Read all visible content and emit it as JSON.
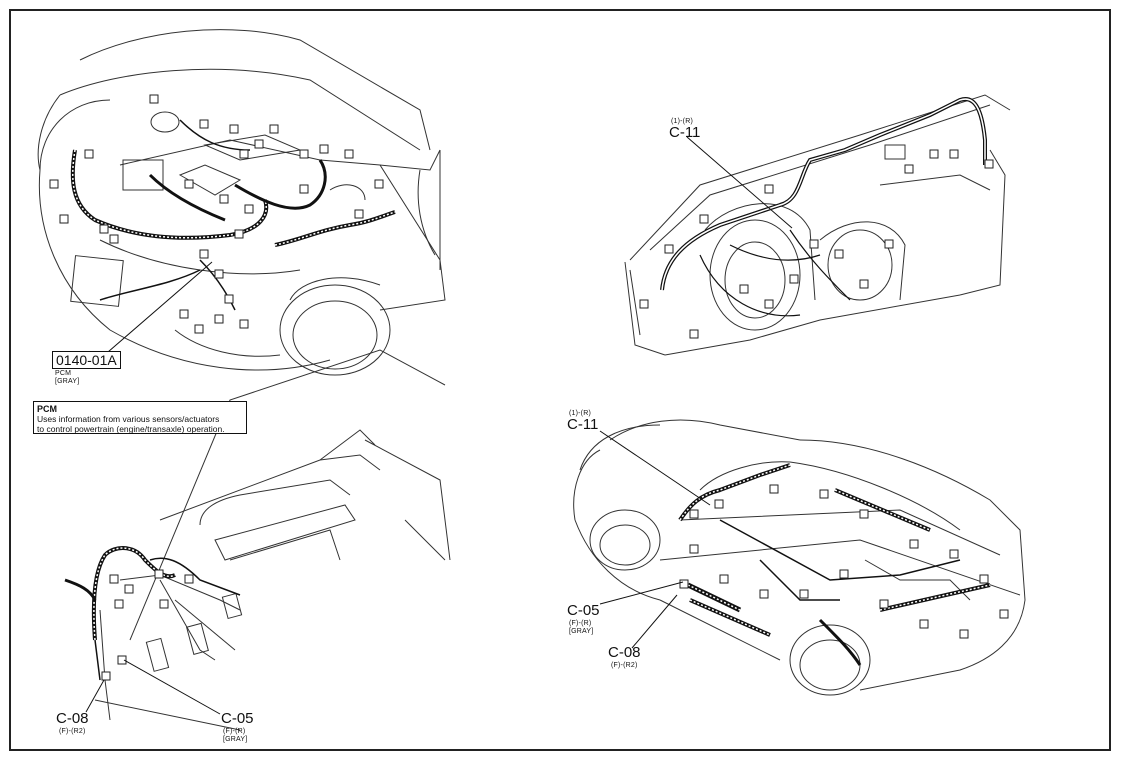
{
  "pcm_connector": {
    "code": "0140-01A",
    "name": "PCM",
    "color": "[GRAY]"
  },
  "pcm_info": {
    "title": "PCM",
    "line1": "Uses information from various sensors/actuators",
    "line2": "to control powertrain (engine/transaxle) operation."
  },
  "dash_c11": {
    "pos": "(1)-(R)",
    "code": "C-11"
  },
  "car_c11": {
    "pos": "(1)-(R)",
    "code": "C-11"
  },
  "car_c05": {
    "code": "C-05",
    "pos": "(F)-(R)",
    "color": "[GRAY]"
  },
  "car_c08": {
    "code": "C-08",
    "pos": "(F)-(R2)"
  },
  "pedal_c08": {
    "code": "C-08",
    "pos": "(F)-(R2)"
  },
  "pedal_c05": {
    "code": "C-05",
    "pos": "(F)-(R)",
    "color": "[GRAY]"
  }
}
